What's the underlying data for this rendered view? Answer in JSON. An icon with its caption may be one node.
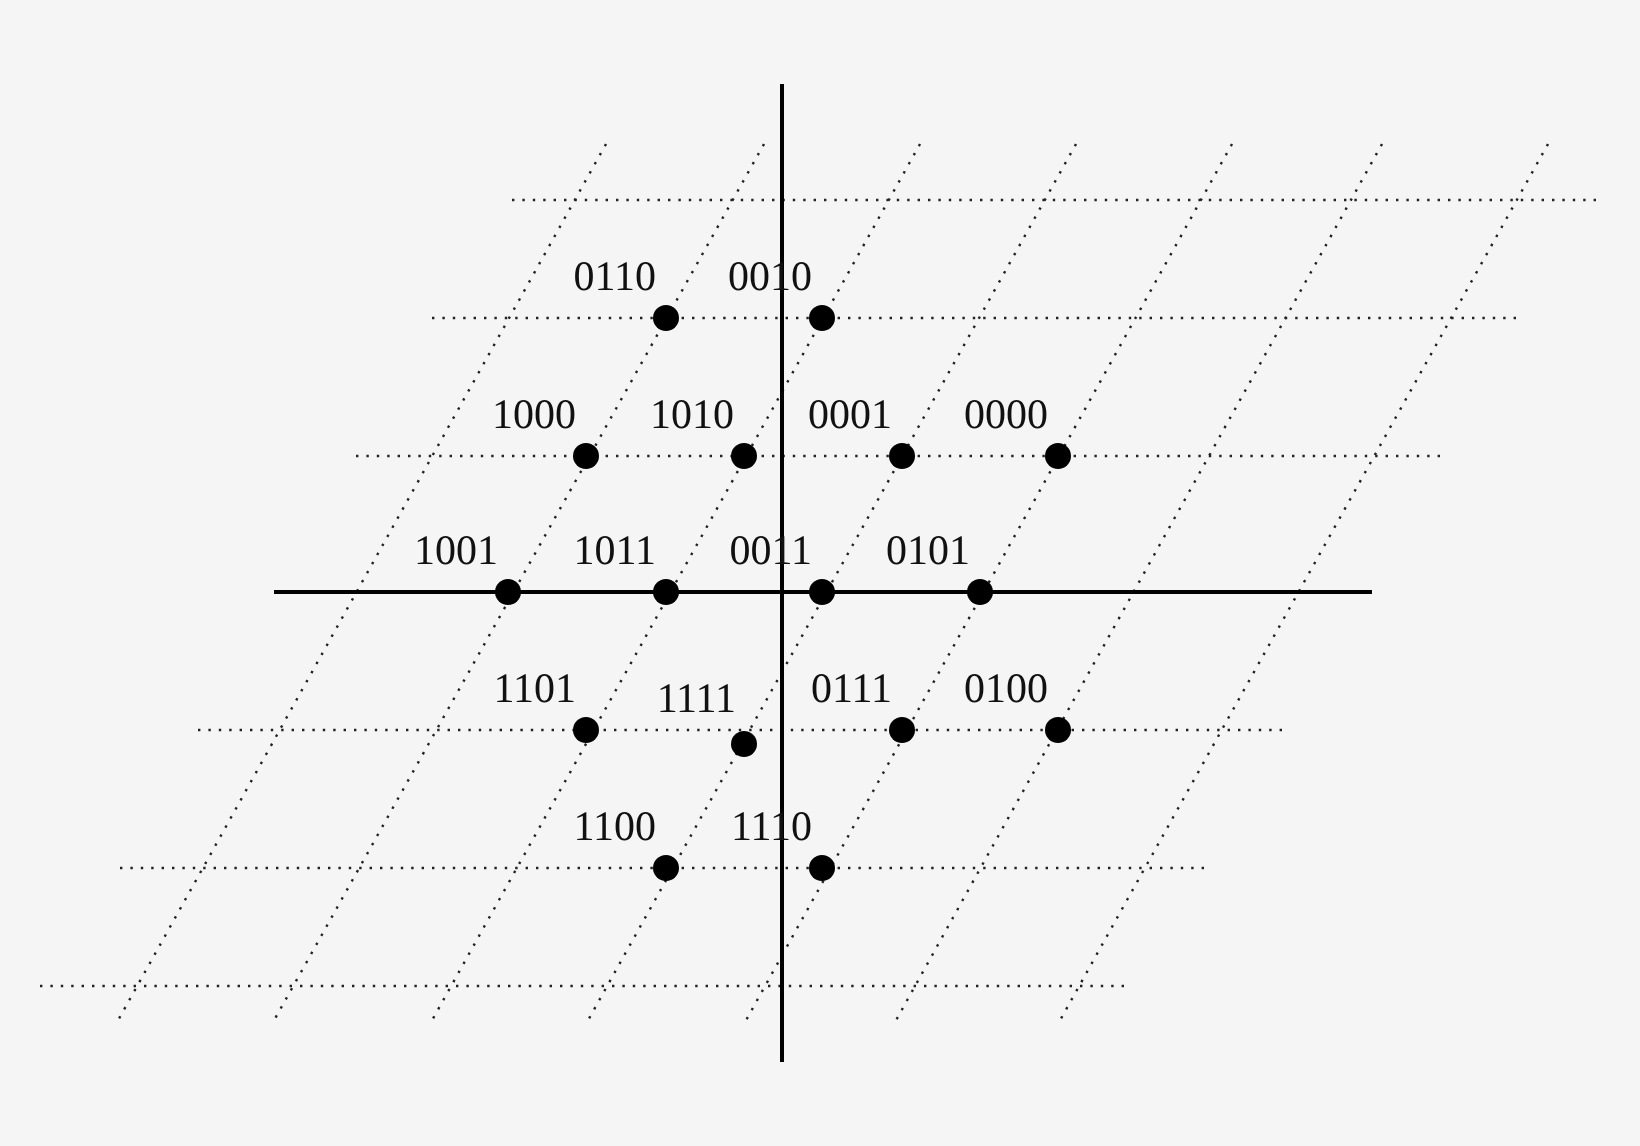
{
  "diagram": {
    "nodes": [
      {
        "text": [],
        "shape": "circle",
        "beside": [
          "0110"
        ]
      },
      {
        "text": [],
        "shape": "circle",
        "beside": [
          "0010"
        ]
      },
      {
        "text": [],
        "shape": "circle",
        "beside": [
          "1000"
        ]
      },
      {
        "text": [],
        "shape": "circle",
        "beside": [
          "1010"
        ]
      },
      {
        "text": [],
        "shape": "circle",
        "beside": [
          "0001"
        ]
      },
      {
        "text": [],
        "shape": "circle",
        "beside": [
          "0000"
        ]
      },
      {
        "text": [],
        "shape": "circle",
        "beside": [
          "1001"
        ]
      },
      {
        "text": [],
        "shape": "circle",
        "beside": [
          "1011"
        ]
      },
      {
        "text": [],
        "shape": "circle",
        "beside": [
          "0011"
        ]
      },
      {
        "text": [],
        "shape": "circle",
        "beside": [
          "0101"
        ]
      },
      {
        "text": [],
        "shape": "circle",
        "beside": [
          "1101"
        ]
      },
      {
        "text": [],
        "shape": "circle",
        "beside": [
          "1111"
        ]
      },
      {
        "text": [],
        "shape": "circle",
        "beside": [
          "0111"
        ]
      },
      {
        "text": [],
        "shape": "circle",
        "beside": [
          "0100"
        ]
      },
      {
        "text": [],
        "shape": "circle",
        "beside": [
          "1100"
        ]
      },
      {
        "text": [],
        "shape": "circle",
        "beside": [
          "1110"
        ]
      }
    ]
  }
}
